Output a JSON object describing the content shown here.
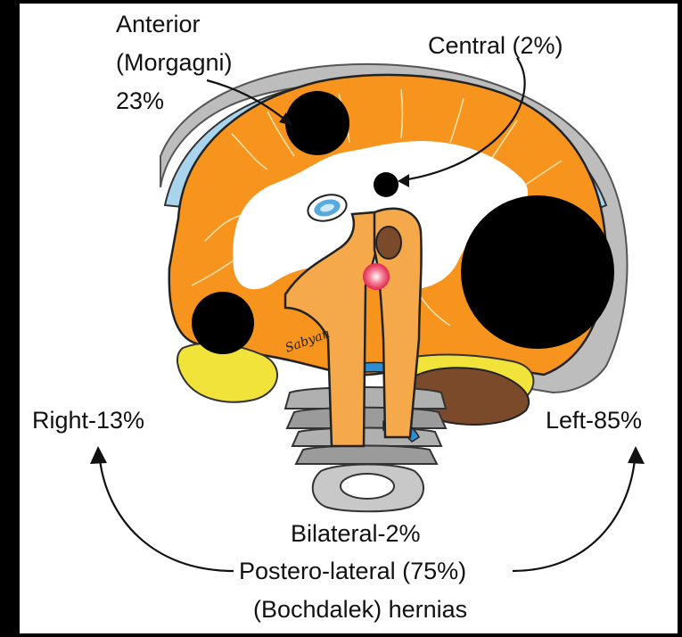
{
  "labels": {
    "anterior_line1": "Anterior",
    "anterior_line2": "(Morgagni)",
    "anterior_line3": "23%",
    "central": "Central (2%)",
    "right": "Right-13%",
    "left": "Left-85%",
    "bilateral": "Bilateral-2%",
    "posterolateral_line1": "Postero-lateral (75%)",
    "posterolateral_line2": "(Bochdalek) hernias"
  },
  "signature": "Sabyan",
  "colors": {
    "background_frame": "#000000",
    "panel": "#ffffff",
    "diaphragm_muscle": "#f7941d",
    "tendon": "#ffffff",
    "hernia_defect": "#000000",
    "esophagus_aorta": "#f6a94a",
    "vertebra": "#9b9b9b",
    "kidney_adrenal": "#f2e33a",
    "spleen": "#7a4a2a",
    "rib_cage": "#a9d4ee",
    "ivc": "#5aa9dd",
    "highlight": "#e8325a"
  }
}
